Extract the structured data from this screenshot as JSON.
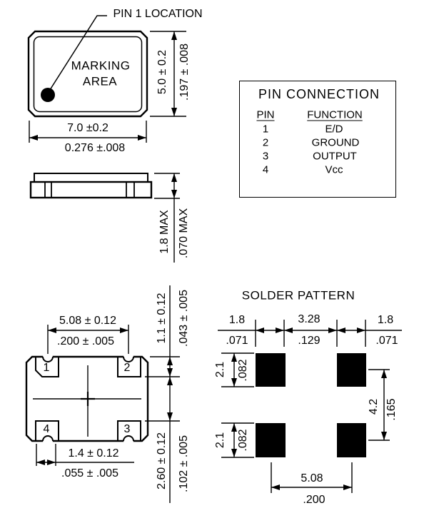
{
  "colors": {
    "ink": "#000000",
    "background": "#ffffff",
    "pad_fill": "#000000"
  },
  "top_view": {
    "pin1_callout": "PIN 1 LOCATION",
    "marking_line1": "MARKING",
    "marking_line2": "AREA",
    "height_mm": "5.0 ± 0.2",
    "height_in": ".197 ± .008",
    "width_mm": "7.0 ±0.2",
    "width_in": "0.276 ±.008"
  },
  "side_view": {
    "thickness_mm": "1.8 MAX",
    "thickness_in": ".070 MAX"
  },
  "pin_table": {
    "title": "PIN CONNECTION",
    "col_pin": "PIN",
    "col_function": "FUNCTION",
    "rows": [
      {
        "pin": "1",
        "function": "E/D"
      },
      {
        "pin": "2",
        "function": "GROUND"
      },
      {
        "pin": "3",
        "function": "OUTPUT"
      },
      {
        "pin": "4",
        "function": "Vcc"
      }
    ]
  },
  "bottom_view": {
    "pad_span_mm": "5.08 ± 0.12",
    "pad_span_in": ".200 ± .005",
    "pad_height_mm": "1.1 ± 0.12",
    "pad_height_in": ".043 ± .005",
    "pad_gap_mm": "2.60 ± 0.12",
    "pad_gap_in": ".102 ± .005",
    "pad_width_mm": "1.4 ± 0.12",
    "pad_width_in": ".055 ± .005",
    "pad_labels": {
      "pad1": "1",
      "pad2": "2",
      "pad3": "3",
      "pad4": "4"
    }
  },
  "solder_pattern": {
    "title": "SOLDER PATTERN",
    "pad_width_mm": "1.8",
    "pad_width_in": ".071",
    "gap_mm": "3.28",
    "gap_in": ".129",
    "pad_height_mm": "2.1",
    "pad_height_in": ".082",
    "vertical_pitch_mm": "4.2",
    "vertical_pitch_in": ".165",
    "horizontal_pitch_mm": "5.08",
    "horizontal_pitch_in": ".200"
  }
}
